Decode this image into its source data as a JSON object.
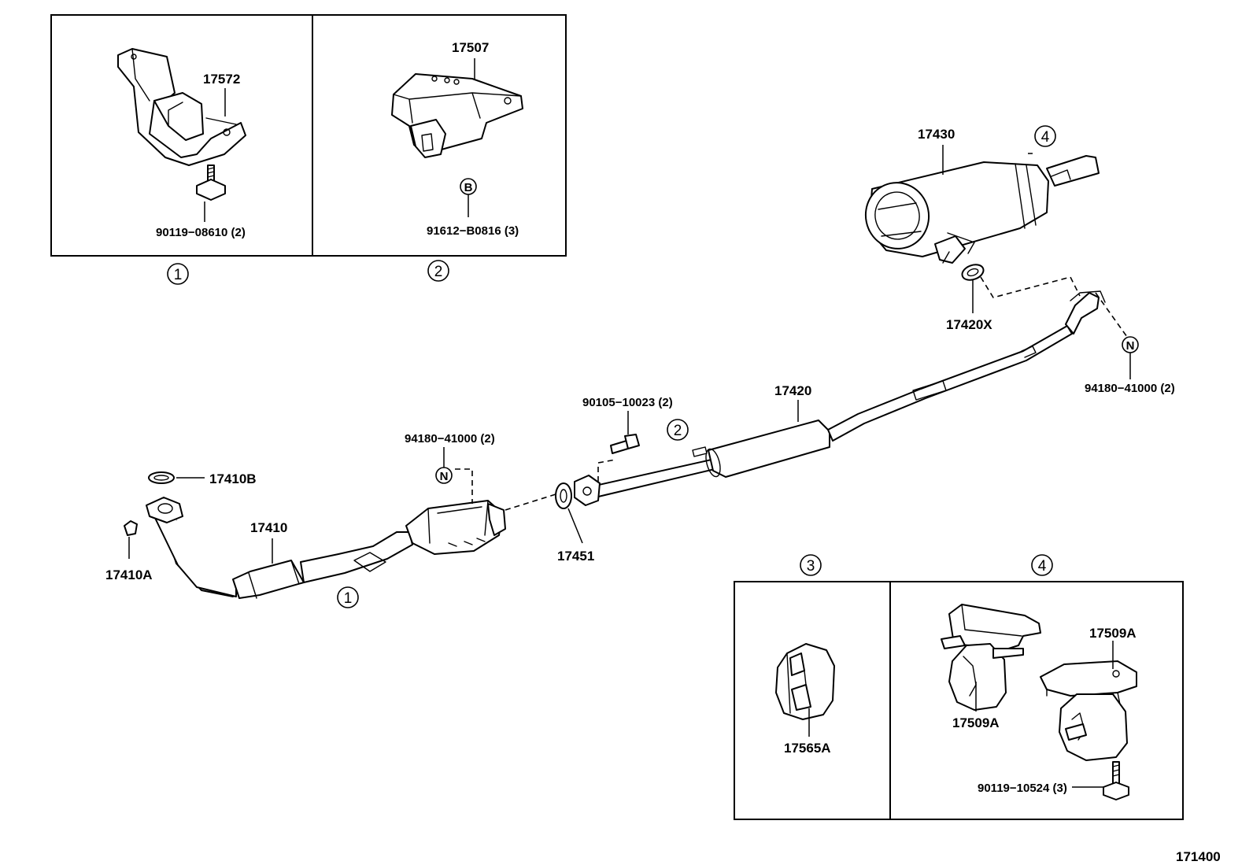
{
  "labels": {
    "p17572": "17572",
    "p90119_08610": "90119−08610 (2)",
    "p17507": "17507",
    "p91612_b0816": "91612−B0816 (3)",
    "p17430": "17430",
    "p17420x": "17420X",
    "p94180_41000_right": "94180−41000 (2)",
    "p17420": "17420",
    "p90105_10023": "90105−10023 (2)",
    "p94180_41000_left": "94180−41000 (2)",
    "p17410b": "17410B",
    "p17410": "17410",
    "p17410a": "17410A",
    "p17451": "17451",
    "p17565a": "17565A",
    "p17509a_upper": "17509A",
    "p17509a_lower": "17509A",
    "p90119_10524": "90119−10524 (3)",
    "diagram_code": "171400"
  },
  "markers": {
    "one": "1",
    "two": "2",
    "three": "3",
    "four": "4",
    "letter_b": "B",
    "letter_n": "N"
  },
  "colors": {
    "ink": "#000000",
    "paper": "#ffffff"
  }
}
